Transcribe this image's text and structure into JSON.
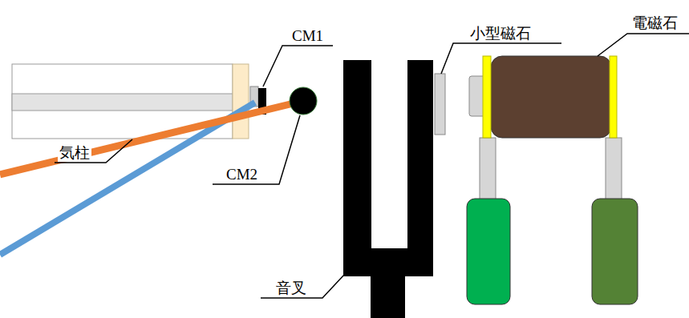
{
  "diagram": {
    "labels": [
      "CM1",
      "小型磁石",
      "電磁石",
      "気柱",
      "CM2",
      "音叉"
    ]
  }
}
